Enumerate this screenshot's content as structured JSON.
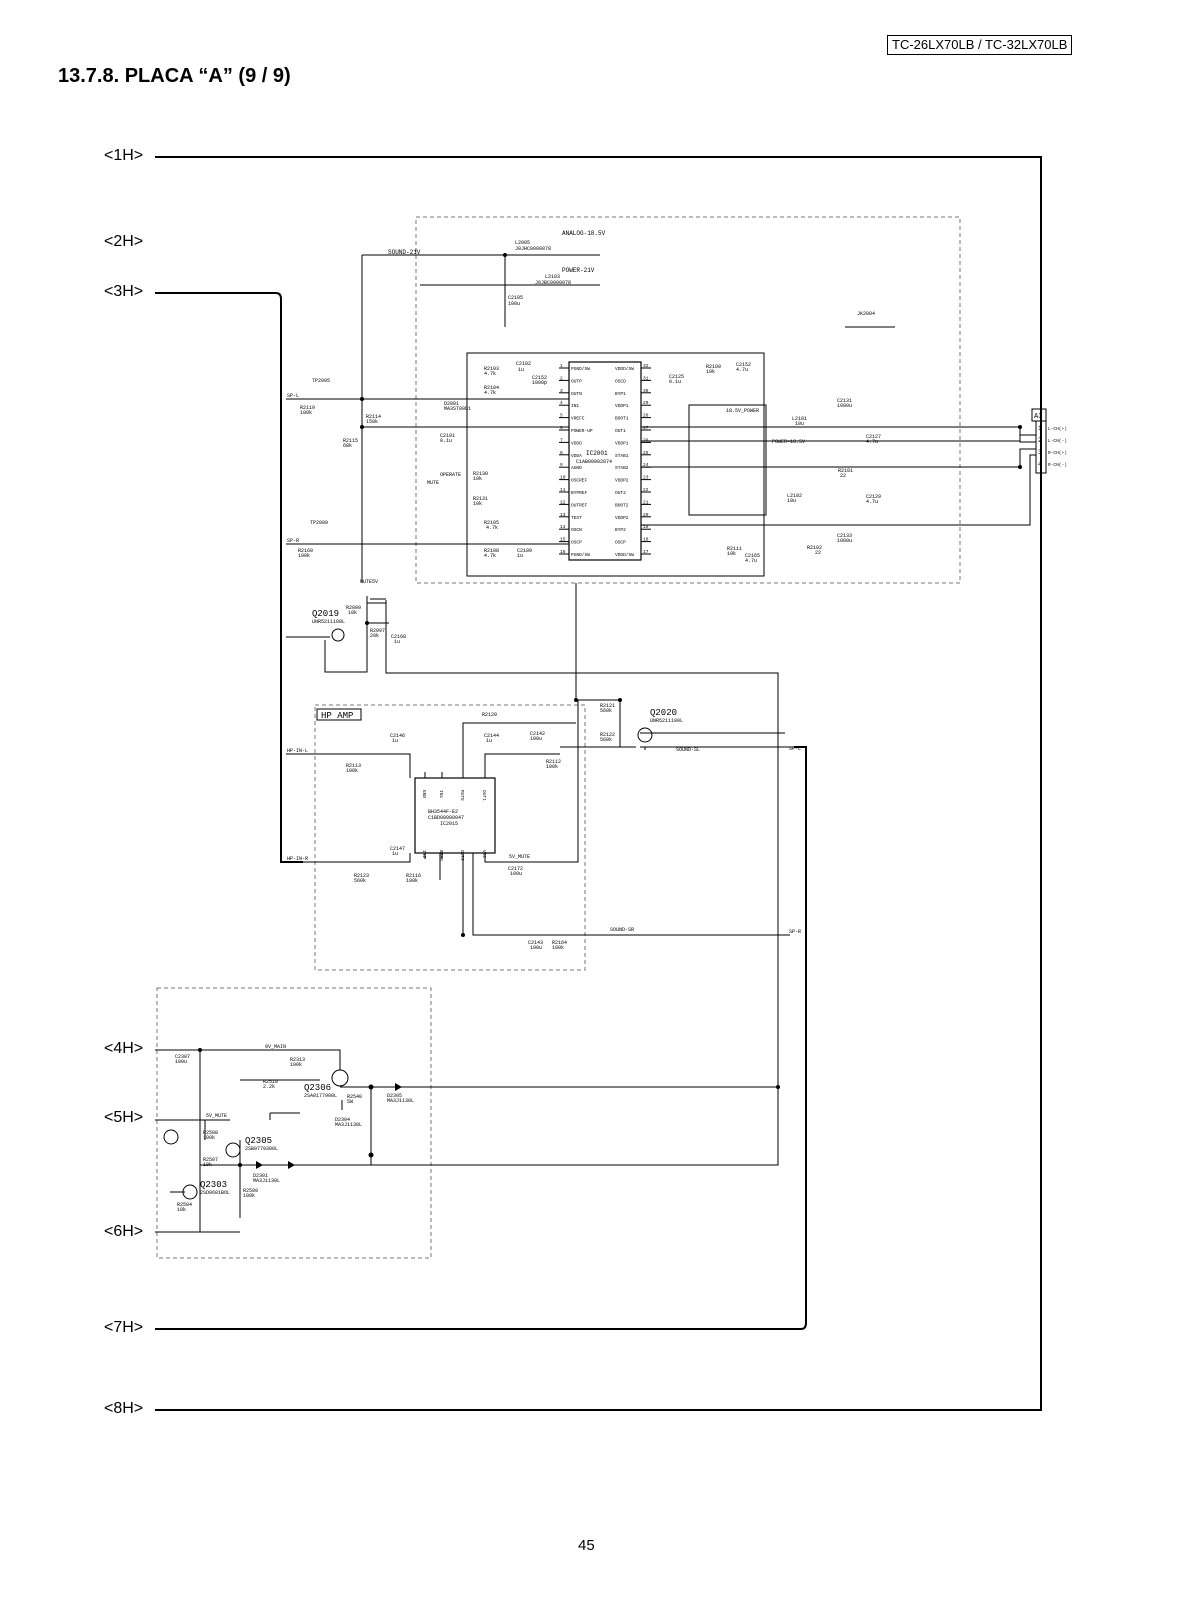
{
  "header": {
    "model": "TC-26LX70LB / TC-32LX70LB",
    "title": "13.7.8. PLACA “A” (9 / 9)"
  },
  "page_number": "45",
  "connectors": [
    "<1H>",
    "<2H>",
    "<3H>",
    "<4H>",
    "<5H>",
    "<6H>",
    "<7H>",
    "<8H>"
  ],
  "nets": {
    "sound": "SOUND-21V",
    "analog": "ANALOG-18.5V",
    "power21": "POWER-21V",
    "spl": "SP-L",
    "spr": "SP-R",
    "hpl": "HP-IN-L",
    "hpr": "HP-IN-R",
    "mute": "MUTE",
    "operate": "OPERATE",
    "v5mute": "5V_MUTE",
    "sound_gsl": "SOUND-SL",
    "sound_gsr": "SOUND-SR",
    "v9main": "9V_MAIN",
    "v5mute2": "5V_MUTE",
    "power185": "18.5V_POWER",
    "power185b": "POWER-18.5V",
    "mute5v": "MUTE5V"
  },
  "ic_main": {
    "ref": "IC2001",
    "part": "C1AB00002874",
    "left_pins": [
      {
        "n": "1",
        "name": "PGND/SW"
      },
      {
        "n": "2",
        "name": "OUTP"
      },
      {
        "n": "3",
        "name": "OUTN"
      },
      {
        "n": "4",
        "name": "IN1"
      },
      {
        "n": "5",
        "name": "VREFC"
      },
      {
        "n": "6",
        "name": "POWER-UP"
      },
      {
        "n": "7",
        "name": "VDDD"
      },
      {
        "n": "8",
        "name": "VDDA"
      },
      {
        "n": "9",
        "name": "AGND"
      },
      {
        "n": "10",
        "name": "OSCREF"
      },
      {
        "n": "11",
        "name": "BYPREF"
      },
      {
        "n": "12",
        "name": "OUTREF"
      },
      {
        "n": "13",
        "name": "TEST"
      },
      {
        "n": "14",
        "name": "OSCN"
      },
      {
        "n": "15",
        "name": "OSCP"
      },
      {
        "n": "16",
        "name": "PGND/SW"
      }
    ],
    "right_pins": [
      {
        "n": "32",
        "name": "VDDD/SW"
      },
      {
        "n": "31",
        "name": "OSCD"
      },
      {
        "n": "30",
        "name": "BYP1"
      },
      {
        "n": "29",
        "name": "VDDP1"
      },
      {
        "n": "28",
        "name": "BOOT1"
      },
      {
        "n": "27",
        "name": "OUT1"
      },
      {
        "n": "26",
        "name": "VDDP1"
      },
      {
        "n": "25",
        "name": "STAB1"
      },
      {
        "n": "24",
        "name": "STAB2"
      },
      {
        "n": "23",
        "name": "VDDP2"
      },
      {
        "n": "22",
        "name": "OUT2"
      },
      {
        "n": "21",
        "name": "BOOT2"
      },
      {
        "n": "20",
        "name": "VDDP2"
      },
      {
        "n": "19",
        "name": "BYP2"
      },
      {
        "n": "18",
        "name": "OSCP"
      },
      {
        "n": "17",
        "name": "VDDD/SW"
      }
    ]
  },
  "ic_hp": {
    "label": "HP AMP",
    "ref": "IC2015",
    "part1": "BH3544F-E2",
    "part2": "C1BD00000047",
    "pins_top": [
      "GND",
      "IN1",
      "MUTE",
      "OUT1"
    ],
    "pins_bottom": [
      "IN2",
      "BIAS",
      "OUT2",
      "VCC"
    ]
  },
  "output_connector": {
    "ref": "A3",
    "pins": [
      "1",
      "2",
      "3",
      "4"
    ],
    "signals": [
      "L-CH(+)",
      "L-CH(-)",
      "R-CH(+)",
      "R-CH(-)"
    ]
  },
  "transistors": [
    {
      "ref": "Q2019",
      "part": "UNR5211100L"
    },
    {
      "ref": "Q2020",
      "part": "UNR5211100L"
    },
    {
      "ref": "Q2306",
      "part": "2SA0177900L"
    },
    {
      "ref": "Q2305",
      "part": "2SB0779300L"
    },
    {
      "ref": "Q2303",
      "part": "2SD0601BOL"
    }
  ],
  "parts": {
    "r2103": "R2103",
    "r2103v": "4.7k",
    "r2104": "R2104",
    "r2104v": "4.7k",
    "c2102": "C2102",
    "c2102v": "1u",
    "c2152": "C2152",
    "c2152v": "1000p",
    "c2105": "C2105",
    "c2105v": "100u",
    "l2005": "L2005",
    "l2005v": "J0JHC0000078",
    "l2103": "L2103",
    "l2103v": "J0JBC0000078",
    "jk2004": "JK2004",
    "r2119": "R2119",
    "r2119v": "100k",
    "r2114": "R2114",
    "r2114v": "150k",
    "r2115": "R2115",
    "r2115v": "68k",
    "c2101": "C2101",
    "c2101v": "0.1u",
    "d2001": "D2001",
    "d2001v": "MA3ST00D1",
    "r2130": "R2130",
    "r2130v": "10k",
    "r2131": "R2131",
    "r2131v": "10k",
    "r2105": "R2105",
    "r2105v": "4.7k",
    "r2108": "R2108",
    "r2108v": "4.7k",
    "c2109": "C2109",
    "c2109v": "1u",
    "r2160": "R2160",
    "r2160v": "100k",
    "tp2005": "TP2005",
    "tp2009": "TP2009",
    "c2125": "C2125",
    "c2125v": "0.1u",
    "r2109": "R2109",
    "r2109v": "10k",
    "c2152b": "C2152",
    "c2152bv": "4.7u",
    "l2102": "L2102",
    "l2102v": "10u",
    "l2101": "L2101",
    "l2101v": "10u",
    "c2131": "C2131",
    "c2131v": "1000u",
    "c2127": "C2127",
    "c2127v": "4.7u",
    "c2129": "C2129",
    "c2129v": "4.7u",
    "c2133": "C2133",
    "c2133v": "1000u",
    "r2101": "R2101",
    "r2101v": "22",
    "r2102": "R2102",
    "r2102v": "22",
    "r2111": "R2111",
    "r2111v": "10k",
    "c2165": "C2165",
    "c2165v": "4.7u",
    "r2099": "R2099",
    "r2099v": "10k",
    "r2097": "R2097",
    "r2097v": "20k",
    "c2168": "C2168",
    "c2168v": "1u",
    "r2121": "R2121",
    "r2121v": "560k",
    "r2122": "R2122",
    "r2122v": "560k",
    "r2120": "R2120",
    "c2144": "C2144",
    "c2144v": "1u",
    "c2142": "C2142",
    "c2142v": "100u",
    "r2113": "R2113",
    "r2113v": "100k",
    "r2112": "R2112",
    "r2112v": "100k",
    "c2146": "C2146",
    "c2146v": "1u",
    "c2147": "C2147",
    "c2147v": "1u",
    "r2123": "R2123",
    "r2123v": "560k",
    "r2116": "R2116",
    "r2116v": "100k",
    "c2143": "C2143",
    "c2143v": "100u",
    "r2164": "R2164",
    "r2164v": "100k",
    "c2172": "C2172",
    "c2172v": "100u",
    "c2307": "C2307",
    "c2307v": "100u",
    "r2313": "R2313",
    "r2313v": "100k",
    "r2510": "R2510",
    "r2510v": "2.2k",
    "r2508": "R2508",
    "r2508v": "100k",
    "r2507": "R2507",
    "r2507v": "10k",
    "r2504": "R2504",
    "r2504v": "10k",
    "r2509": "R2509",
    "r2509v": "100k",
    "r2540": "R2540",
    "r2540v": "5W",
    "d2305": "D2305",
    "d2305v": "MA3J1130L",
    "d2304": "D2304",
    "d2304v": "MA3J1130L",
    "d2301": "D2301",
    "d2301v": "MA3J1130L"
  }
}
